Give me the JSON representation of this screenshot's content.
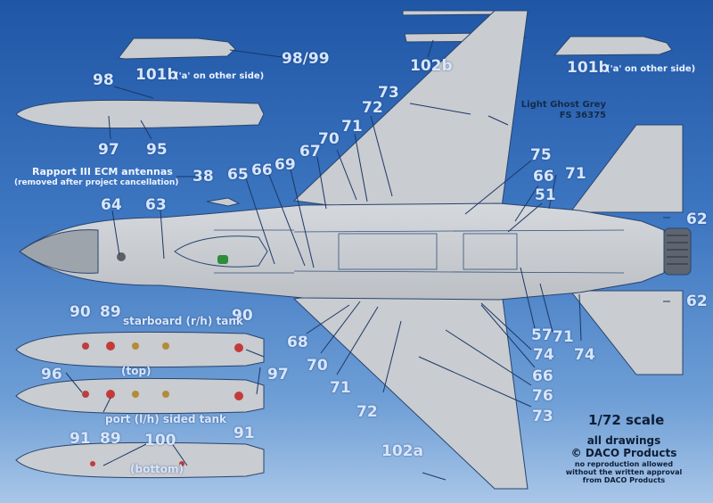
{
  "colors": {
    "label": "#d6e6ff",
    "paint": "#c9ccd0",
    "line": "#27446f"
  },
  "paint": {
    "name": "Light Ghost Grey",
    "code": "FS 36375"
  },
  "scale_text": "1/72 scale",
  "credits": {
    "line1": "all drawings",
    "line2": "© DACO Products",
    "line3": "no reproduction allowed",
    "line4": "without the written approval",
    "line5": "from DACO Products"
  },
  "antennas": {
    "title": "Rapport III ECM antennas",
    "sub": "(removed after project cancellation)"
  },
  "tank_notes": {
    "starboard": "starboard (r/h) tank",
    "top": "(top)",
    "port": "port (l/h) sided tank",
    "bottom": "(bottom)"
  },
  "pod_notes": {
    "left": "101b",
    "left_sub": "('a' on other side)",
    "right": "101b",
    "right_sub": "('a' on other side)"
  },
  "callouts": {
    "c98_99": "98/99",
    "c102b": "102b",
    "c98": "98",
    "c97a": "97",
    "c95": "95",
    "c73a": "73",
    "c72a": "72",
    "c70a": "70",
    "c71a": "71",
    "c67": "67",
    "c69": "69",
    "c66a": "66",
    "c65": "65",
    "c38": "38",
    "c64": "64",
    "c63": "63",
    "c75": "75",
    "c66b": "66",
    "c51": "51",
    "c71b": "71",
    "c62a": "62",
    "c62b": "62",
    "c90a": "90",
    "c89a": "89",
    "c90b": "90",
    "c96": "96",
    "c97b": "97",
    "c91a": "91",
    "c89b": "89",
    "c91b": "91",
    "c100": "100",
    "c68": "68",
    "c70b": "70",
    "c71c": "71",
    "c72b": "72",
    "c57": "57",
    "c71d": "71",
    "c74a": "74",
    "c74b": "74",
    "c66c": "66",
    "c76": "76",
    "c73b": "73",
    "c102a": "102a"
  }
}
